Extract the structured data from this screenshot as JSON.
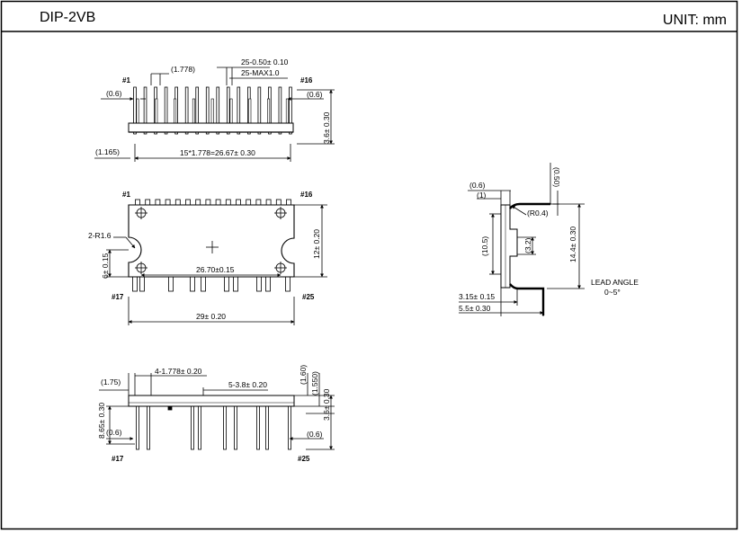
{
  "header": {
    "package_name": "DIP-2VB",
    "unit_label": "UNIT: mm"
  },
  "top_view": {
    "pin_first": "#1",
    "pin_last": "#16",
    "dim_pitch": "(1.778)",
    "dim_pin_width": "25-0.50± 0.10",
    "dim_pin_max": "25-MAX1.0",
    "dim_left_offset": "(0.6)",
    "dim_right_offset": "(0.6)",
    "dim_height": "3.6± 0.30",
    "dim_edge": "(1.165)",
    "dim_span": "15*1.778=26.67± 0.30"
  },
  "front_view": {
    "pin_first": "#1",
    "pin_last": "#16",
    "pin_bottom_left": "#17",
    "pin_bottom_right": "#25",
    "dim_radius": "2-R1.6",
    "dim_left_height": "6± 0.15",
    "dim_hole_span": "26.70±0.15",
    "dim_right_height": "12± 0.20",
    "dim_total_width": "29± 0.20"
  },
  "bottom_view": {
    "pin_bottom_left": "#17",
    "pin_bottom_right": "#25",
    "dim_left_edge": "(1.75)",
    "dim_pitch_a": "4-1.778± 0.20",
    "dim_pitch_b": "5-3.8± 0.20",
    "dim_lead_length": "8.65± 0.30",
    "dim_left_offset": "(0.6)",
    "dim_right_offset": "(0.6)",
    "dim_a": "(1.60)",
    "dim_b": "(1.550)",
    "dim_c": "3.6± 0.30"
  },
  "side_view": {
    "dim_lead_offset": "(0.6)",
    "dim_lead_1": "(1)",
    "dim_radius": "(R0.4)",
    "dim_thickness": "(0.50)",
    "dim_body": "(10.5)",
    "dim_step": "(3.2)",
    "dim_height": "14.4± 0.30",
    "dim_a": "3.15± 0.15",
    "dim_b": "5.5± 0.30",
    "lead_angle_label": "LEAD ANGLE",
    "lead_angle_value": "0~5°"
  }
}
